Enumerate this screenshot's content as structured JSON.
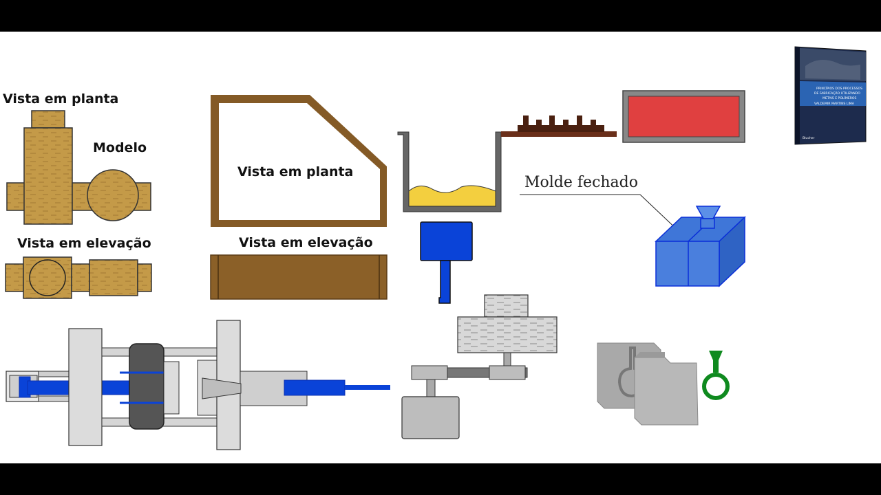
{
  "labels": {
    "plan_view_left": "Vista em planta",
    "model": "Modelo",
    "elevation_view_left": "Vista em elevação",
    "plan_view_center": "Vista em planta",
    "elevation_view_center": "Vista em elevação",
    "closed_mold": "Molde fechado"
  },
  "book": {
    "title_line1": "PRINCÍPIOS DOS PROCESSOS",
    "title_line2": "DE FABRICAÇÃO UTILIZANDO",
    "title_line3": "METAIS E POLÍMEROS",
    "author": "VALDEMIR MARTINS LIMA",
    "publisher": "Blucher"
  },
  "colors": {
    "wood": "#c49a48",
    "wood_dark": "#8a6030",
    "crucible_melt": "#f3cf3f",
    "ladle_blue": "#0a43d8",
    "mold_red": "#e04040",
    "mold_blue": "#3f76d8",
    "ring_green": "#0f8a1f",
    "machine_gray": "#cfcfcf"
  }
}
